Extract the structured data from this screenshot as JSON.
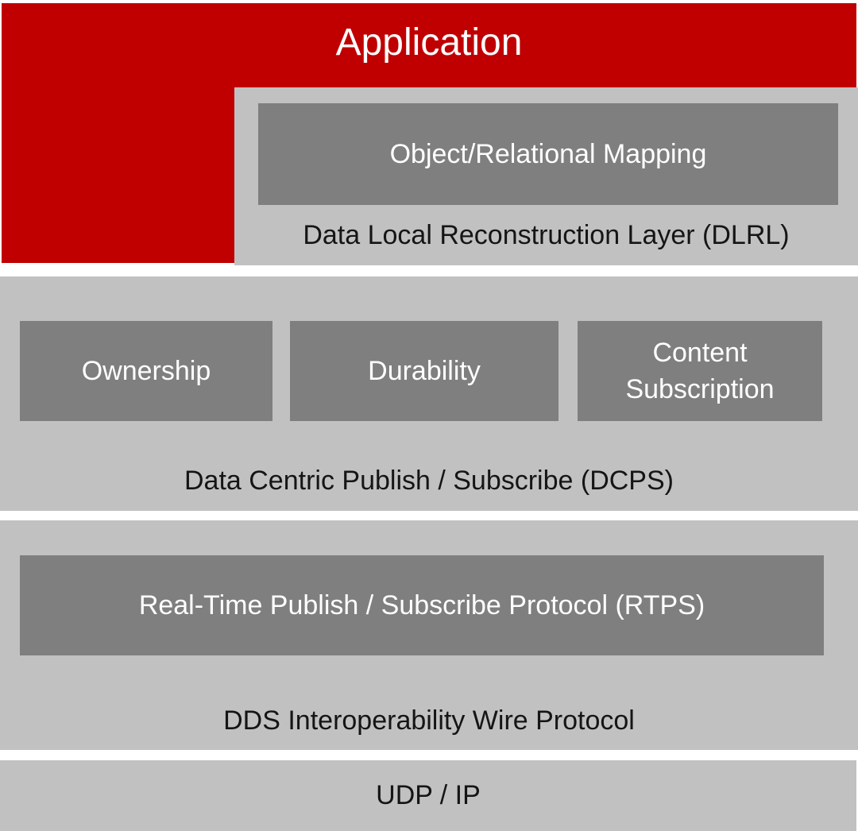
{
  "colors": {
    "application_red": "#c00000",
    "band_gray": "#c1c1c1",
    "box_gray": "#7f7f7f",
    "light_text": "#ffffff",
    "dark_text": "#151515"
  },
  "layers": {
    "application": {
      "label": "Application"
    },
    "dlrl": {
      "label": "Data Local Reconstruction Layer (DLRL)",
      "boxes": [
        {
          "label": "Object/Relational Mapping"
        }
      ]
    },
    "dcps": {
      "label": "Data Centric Publish / Subscribe (DCPS)",
      "boxes": [
        {
          "label": "Ownership"
        },
        {
          "label": "Durability"
        },
        {
          "label": "Content Subscription"
        }
      ]
    },
    "wire": {
      "label": "DDS Interoperability Wire Protocol",
      "boxes": [
        {
          "label": "Real-Time Publish / Subscribe Protocol (RTPS)"
        }
      ]
    },
    "transport": {
      "label": "UDP / IP"
    }
  }
}
